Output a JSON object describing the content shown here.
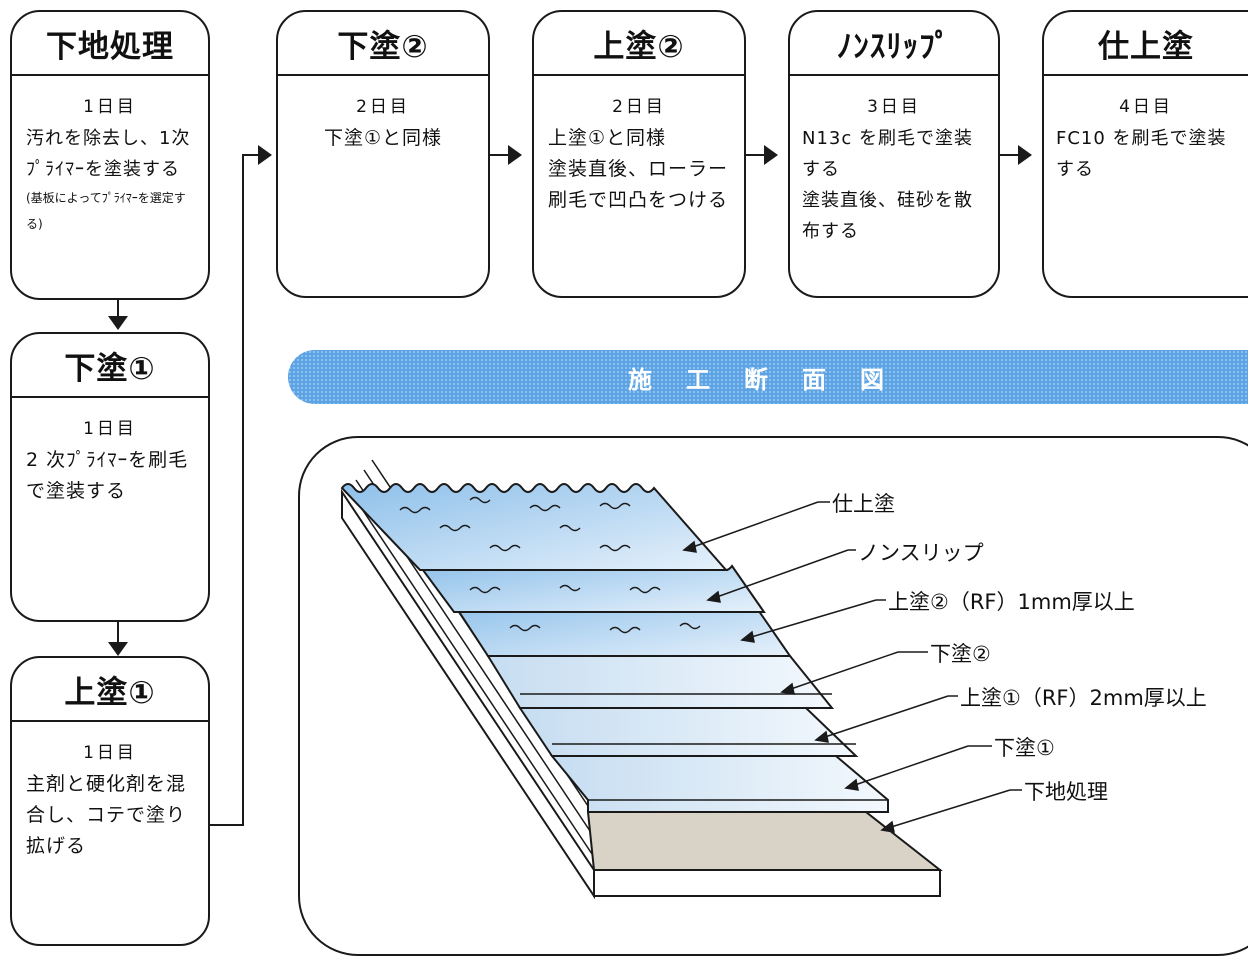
{
  "steps": {
    "shitaji": {
      "title": "下地処理",
      "day": "1日目",
      "desc": "汚れを除去し、1次ﾌﾟﾗｲﾏｰを塗装する",
      "note": "(基板によってﾌﾟﾗｲﾏｰを選定する)"
    },
    "shitanuri1": {
      "title": "下塗①",
      "day": "1日目",
      "desc": "2 次ﾌﾟﾗｲﾏｰを刷毛で塗装する"
    },
    "uwanuri1": {
      "title": "上塗①",
      "day": "1日目",
      "desc": "主剤と硬化剤を混合し、コテで塗り拡げる"
    },
    "shitanuri2": {
      "title": "下塗②",
      "day": "2日目",
      "desc": "下塗①と同様"
    },
    "uwanuri2": {
      "title": "上塗②",
      "day": "2日目",
      "desc": "上塗①と同様\n塗装直後、ローラー刷毛で凹凸をつける"
    },
    "nonslip": {
      "title": "ﾉﾝｽﾘｯﾌﾟ",
      "day": "3日目",
      "desc": "N13c を刷毛で塗装する\n塗装直後、硅砂を散布する"
    },
    "shiage": {
      "title": "仕上塗",
      "day": "4日目",
      "desc": "FC10 を刷毛で塗装する"
    }
  },
  "section": {
    "banner": "施工断面図",
    "labels": {
      "shiage": "仕上塗",
      "nonslip": "ノンスリップ",
      "uwanuri2": "上塗②（RF）1mm厚以上",
      "shitanuri2": "下塗②",
      "uwanuri1": "上塗①（RF）2mm厚以上",
      "shitanuri1": "下塗①",
      "shitaji": "下地処理"
    }
  },
  "colors": {
    "banner": "#5da3e3",
    "layer_light": "#dbeaf7",
    "layer_blue": "#a9cdea",
    "base_gray": "#d9d2c6"
  }
}
